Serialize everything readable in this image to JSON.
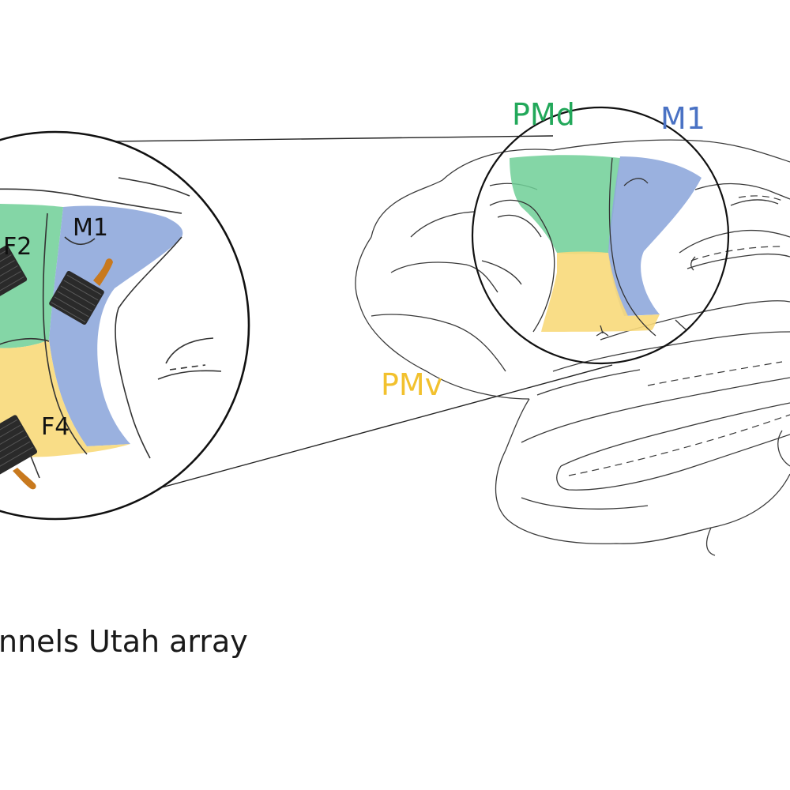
{
  "brain_labels": {
    "pmd": "PMd",
    "m1": "M1",
    "pmv": "PMv"
  },
  "inset_labels": {
    "f2": "F2",
    "m1": "M1",
    "f4": "F4"
  },
  "caption": "nnels Utah array",
  "colors": {
    "pmd_green": "#22a85a",
    "m1_blue": "#4a72c4",
    "pmv_yellow": "#f2c12e",
    "green_fill": "#6fcf97",
    "blue_fill": "#8fa8dc",
    "yellow_fill": "#f8d97a",
    "outline": "#333333",
    "array_dark": "#2a2a2a",
    "wire_orange": "#c8791e"
  },
  "icons": {
    "utah_array": "electrode-array-icon",
    "connector": "wire-connector-icon"
  }
}
